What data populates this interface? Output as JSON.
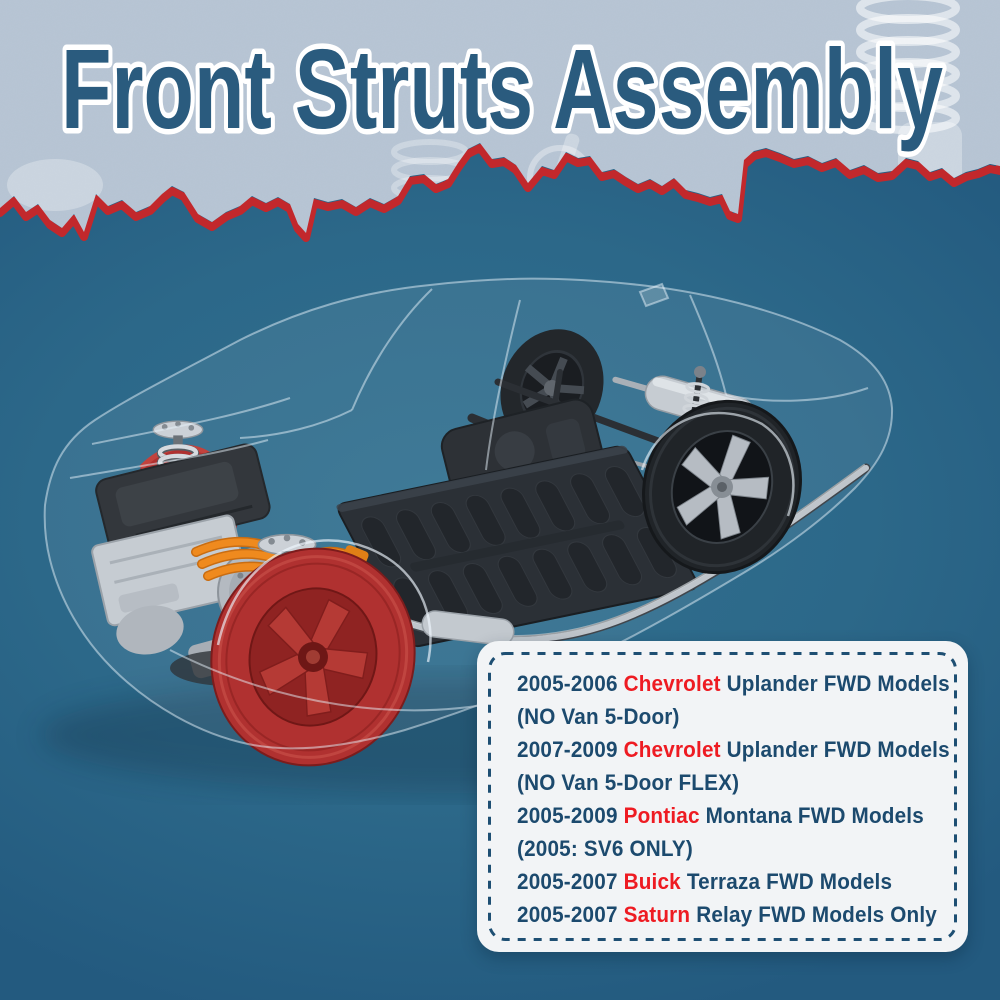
{
  "title": "Front Struts Assembly",
  "colors": {
    "top_bg": "#b7c5d4",
    "title_text": "#2a5b7e",
    "title_outline": "#ffffff",
    "torn_red": "#c2282c",
    "bg_center": "#31708f",
    "bg_edge": "#235a7f",
    "box_bg": "#f2f4f6",
    "box_border": "#1e4f73",
    "text_navy": "#1c4a6e",
    "brand_red": "#ee1b22",
    "wheel_red": "#b03130",
    "cable_orange": "#ef8a1e",
    "battery_dark": "#2b3036",
    "silver": "#c6ccd2"
  },
  "illustration": {
    "name": "ev-chassis-cutaway",
    "description": "Transparent ghost car body over a rolling chassis: red-highlighted front wheels and tires, silver front strut assemblies with coil springs, silver motor and inverter with orange high-voltage cables, dark battery pack, silver muffler and exhaust line, dark rear wheels"
  },
  "compatibility": {
    "lines": [
      {
        "segments": [
          {
            "text": "2005-2006 ",
            "style": "navy"
          },
          {
            "text": "Chevrolet",
            "style": "red"
          },
          {
            "text": " Uplander FWD Models",
            "style": "navy"
          }
        ]
      },
      {
        "segments": [
          {
            "text": "(NO Van 5-Door)",
            "style": "navy"
          }
        ]
      },
      {
        "segments": [
          {
            "text": "2007-2009 ",
            "style": "navy"
          },
          {
            "text": "Chevrolet",
            "style": "red"
          },
          {
            "text": " Uplander FWD Models",
            "style": "navy"
          }
        ]
      },
      {
        "segments": [
          {
            "text": "(NO Van 5-Door FLEX)",
            "style": "navy"
          }
        ]
      },
      {
        "segments": [
          {
            "text": "2005-2009 ",
            "style": "navy"
          },
          {
            "text": "Pontiac",
            "style": "red"
          },
          {
            "text": " Montana FWD Models",
            "style": "navy"
          }
        ]
      },
      {
        "segments": [
          {
            "text": "(2005: SV6 ONLY)",
            "style": "navy"
          }
        ]
      },
      {
        "segments": [
          {
            "text": "2005-2007 ",
            "style": "navy"
          },
          {
            "text": "Buick",
            "style": "red"
          },
          {
            "text": " Terraza FWD Models",
            "style": "navy"
          }
        ]
      },
      {
        "segments": [
          {
            "text": "2005-2007 ",
            "style": "navy"
          },
          {
            "text": "Saturn",
            "style": "red"
          },
          {
            "text": " Relay FWD Models Only",
            "style": "navy"
          }
        ]
      }
    ]
  }
}
